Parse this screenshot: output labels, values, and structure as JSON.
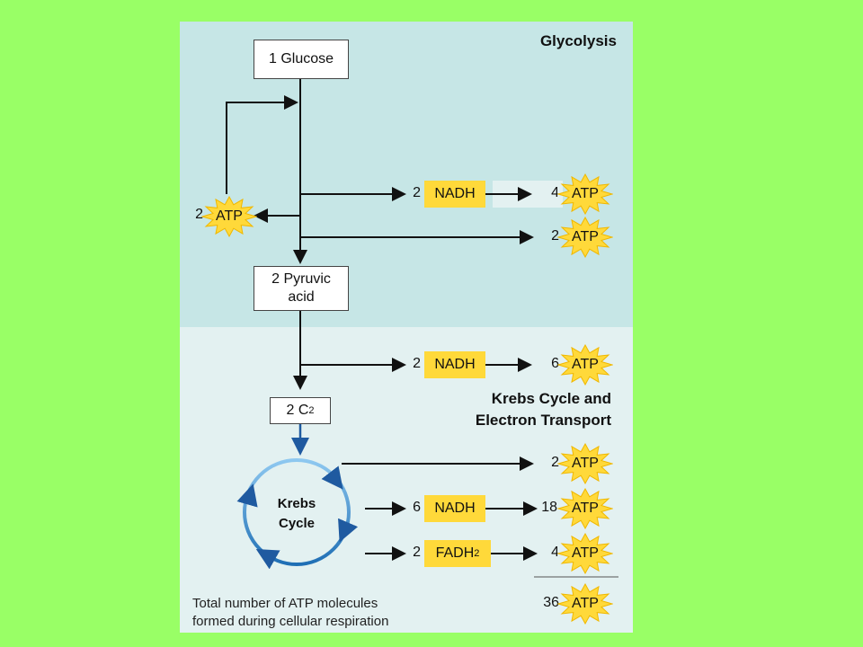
{
  "diagram": {
    "sections": {
      "glycolysis": "Glycolysis",
      "krebs_line1": "Krebs Cycle and",
      "krebs_line2": "Electron Transport"
    },
    "boxes": {
      "glucose": "1 Glucose",
      "pyruvic_line1": "2 Pyruvic",
      "pyruvic_line2": "acid",
      "c2_main": "2 C",
      "c2_sub": "2"
    },
    "cycle_label_line1": "Krebs",
    "cycle_label_line2": "Cycle",
    "atp_text": "ATP",
    "invested": {
      "count": "2",
      "label": "ATP"
    },
    "glycolysis_nadh": {
      "count": "2",
      "label": "NADH",
      "atp_count": "4"
    },
    "glycolysis_direct": {
      "atp_count": "2"
    },
    "pyruvate_nadh": {
      "count": "2",
      "label": "NADH",
      "atp_count": "6"
    },
    "krebs_direct": {
      "atp_count": "2"
    },
    "krebs_nadh": {
      "count": "6",
      "label": "NADH",
      "atp_count": "18"
    },
    "krebs_fadh": {
      "count": "2",
      "label_main": "FADH",
      "label_sub": "2",
      "atp_count": "4"
    },
    "total": {
      "line1": "Total number of ATP molecules",
      "line2": "formed during cellular respiration",
      "atp_count": "36"
    },
    "colors": {
      "background": "#99ff66",
      "glycolysis_panel": "#c6e6e6",
      "krebs_panel": "#e3f1f1",
      "label_yellow": "#ffd93a",
      "burst": "#ffd93a",
      "cycle_blue": "#1f6fb5"
    }
  }
}
